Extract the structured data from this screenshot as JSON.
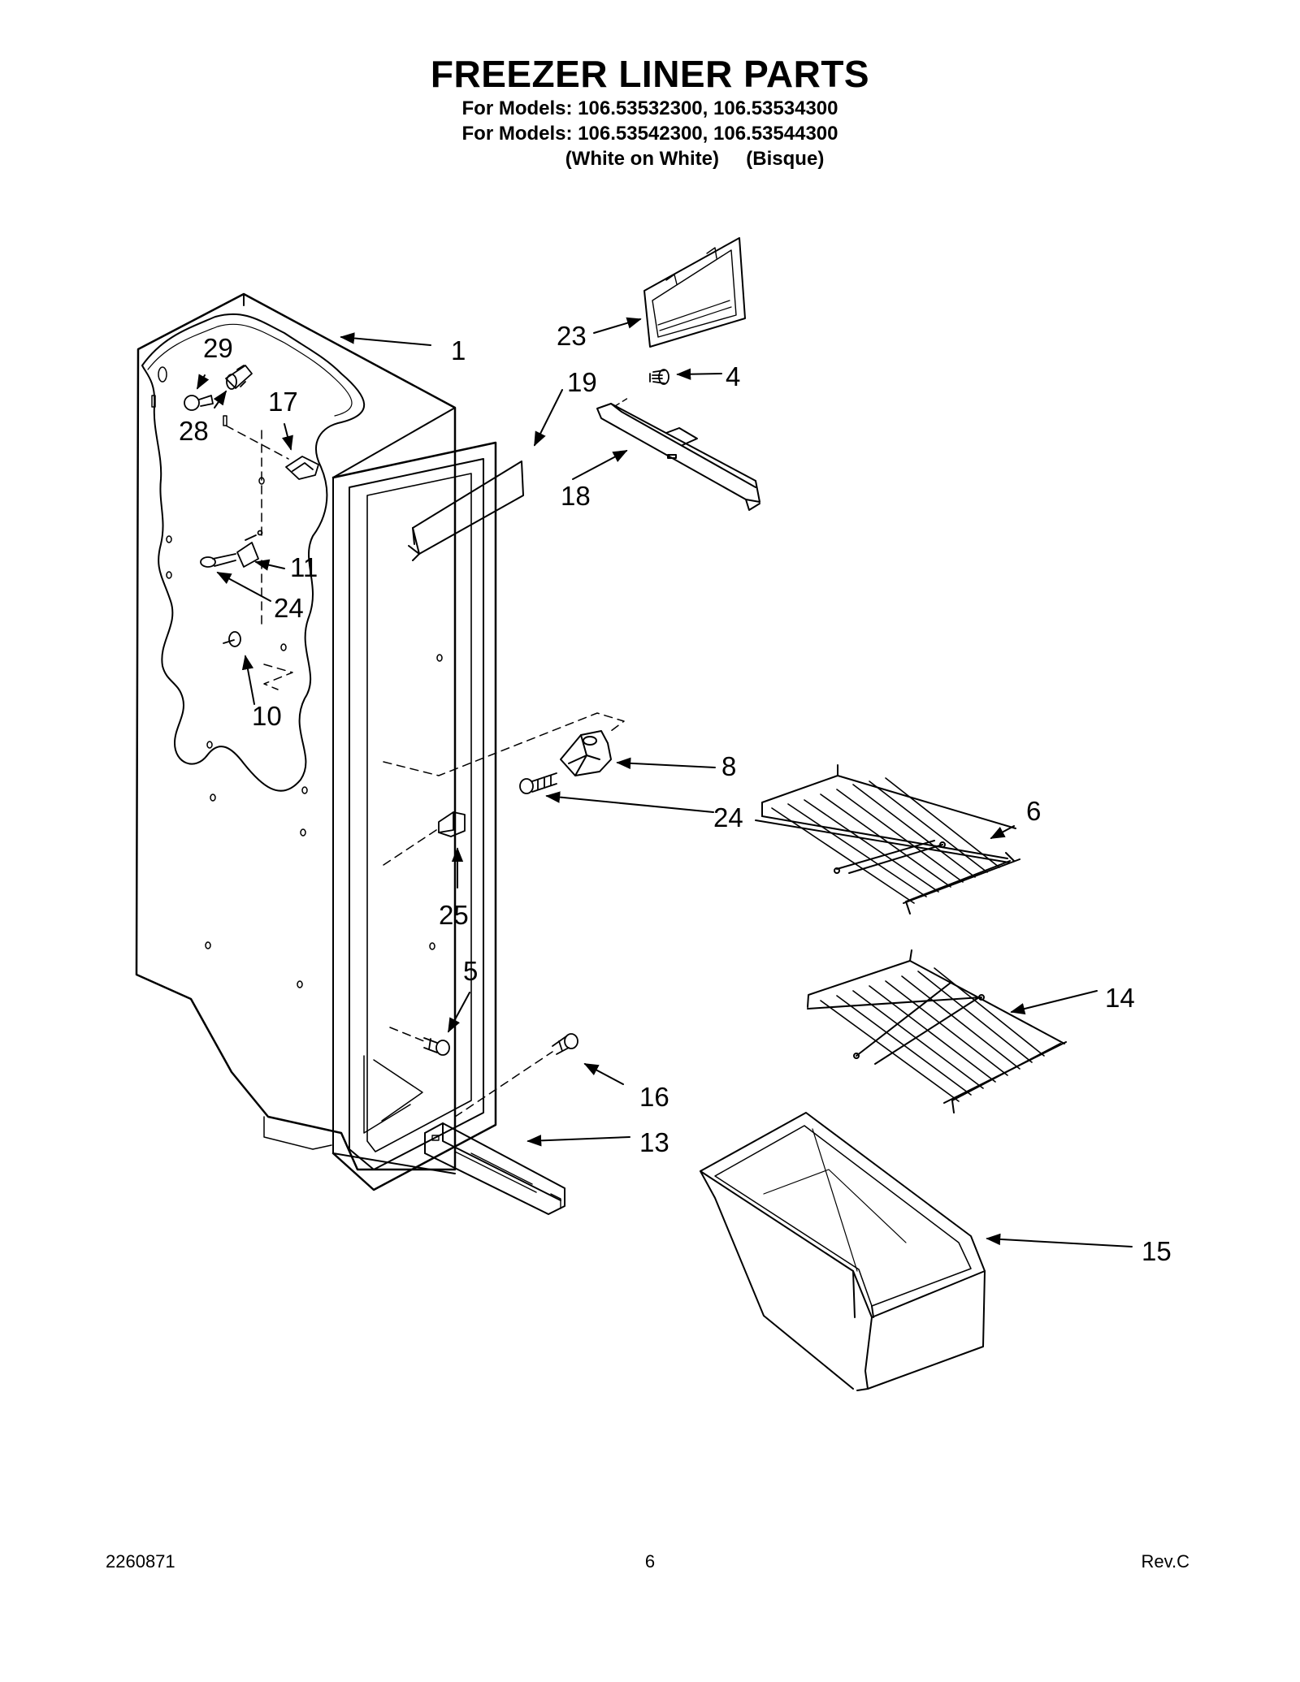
{
  "header": {
    "title": "FREEZER LINER PARTS",
    "models_line1": "For Models: 106.53532300, 106.53534300",
    "models_line2": "For Models: 106.53542300, 106.53544300",
    "color_line": "(White on White)     (Bisque)"
  },
  "callouts": {
    "c1": "1",
    "c29": "29",
    "c28": "28",
    "c17": "17",
    "c11": "11",
    "c24a": "24",
    "c10": "10",
    "c23": "23",
    "c4": "4",
    "c19": "19",
    "c18": "18",
    "c8": "8",
    "c24b": "24",
    "c6": "6",
    "c25": "25",
    "c5": "5",
    "c14": "14",
    "c16": "16",
    "c13": "13",
    "c15": "15"
  },
  "footer": {
    "doc_number": "2260871",
    "page_number": "6",
    "revision": "Rev.C"
  }
}
